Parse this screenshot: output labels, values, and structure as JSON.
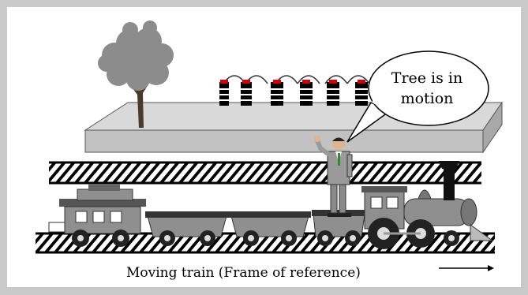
{
  "speech_bubble": {
    "text_line1": "Tree is in",
    "text_line2": "motion"
  },
  "caption": {
    "text": "Moving train (Frame of reference)"
  },
  "icons": [
    "tree-icon",
    "building-icon",
    "man-icon",
    "train-icon",
    "arrow-right-icon"
  ],
  "colors": {
    "background": "#c9c9c9",
    "panel": "#ffffff",
    "tree": "#8c8c8c",
    "platform": "#bdbdbd",
    "train": "#8f8f8f",
    "roof": "#d00000"
  }
}
